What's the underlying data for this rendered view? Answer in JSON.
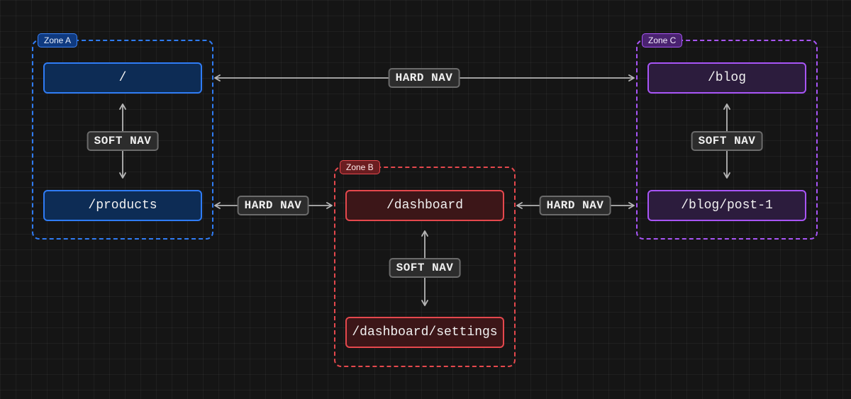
{
  "colors": {
    "background": "#151515",
    "zone_a": "#2f7cf5",
    "zone_b": "#e5484d",
    "zone_c": "#a855f7",
    "connector": "#b5b5b5"
  },
  "zones": {
    "a": {
      "label": "Zone A",
      "routes": [
        "/",
        "/products"
      ],
      "soft_nav": "SOFT NAV"
    },
    "b": {
      "label": "Zone B",
      "routes": [
        "/dashboard",
        "/dashboard/settings"
      ],
      "soft_nav": "SOFT NAV"
    },
    "c": {
      "label": "Zone C",
      "routes": [
        "/blog",
        "/blog/post-1"
      ],
      "soft_nav": "SOFT NAV"
    }
  },
  "hard_nav": {
    "a_to_c": "HARD NAV",
    "a_to_b": "HARD NAV",
    "b_to_c": "HARD NAV"
  }
}
